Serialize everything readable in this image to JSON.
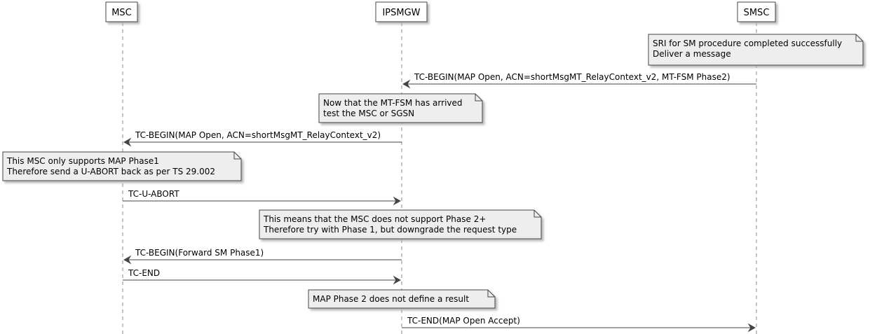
{
  "participants": {
    "msc": "MSC",
    "ipsmgw": "IPSMGW",
    "smsc": "SMSC"
  },
  "notes": {
    "n1": {
      "line1": "SRI for SM procedure completed successfully",
      "line2": "Deliver a message"
    },
    "n2": {
      "line1": "Now that the MT-FSM has arrived",
      "line2": "test the MSC or SGSN"
    },
    "n3": {
      "line1": "This MSC only supports MAP Phase1",
      "line2": "Therefore send a U-ABORT back as per TS 29.002"
    },
    "n4": {
      "line1": "This means that the MSC does not support Phase 2+",
      "line2": "Therefore try with Phase 1, but downgrade the request type"
    },
    "n5": {
      "line1": "MAP Phase 2 does not define a result"
    }
  },
  "messages": {
    "m1": "TC-BEGIN(MAP Open, ACN=shortMsgMT_RelayContext_v2, MT-FSM Phase2)",
    "m2": "TC-BEGIN(MAP Open, ACN=shortMsgMT_RelayContext_v2)",
    "m3": "TC-U-ABORT",
    "m4": "TC-BEGIN(Forward SM Phase1)",
    "m5": "TC-END",
    "m6": "TC-END(MAP Open Accept)"
  },
  "colors": {
    "lifeline": "#888888",
    "box_fill": "#ffffff",
    "note_fill": "#eeeeee",
    "border": "#444444",
    "arrow": "#444444",
    "shadow": "#c8c8c8"
  }
}
